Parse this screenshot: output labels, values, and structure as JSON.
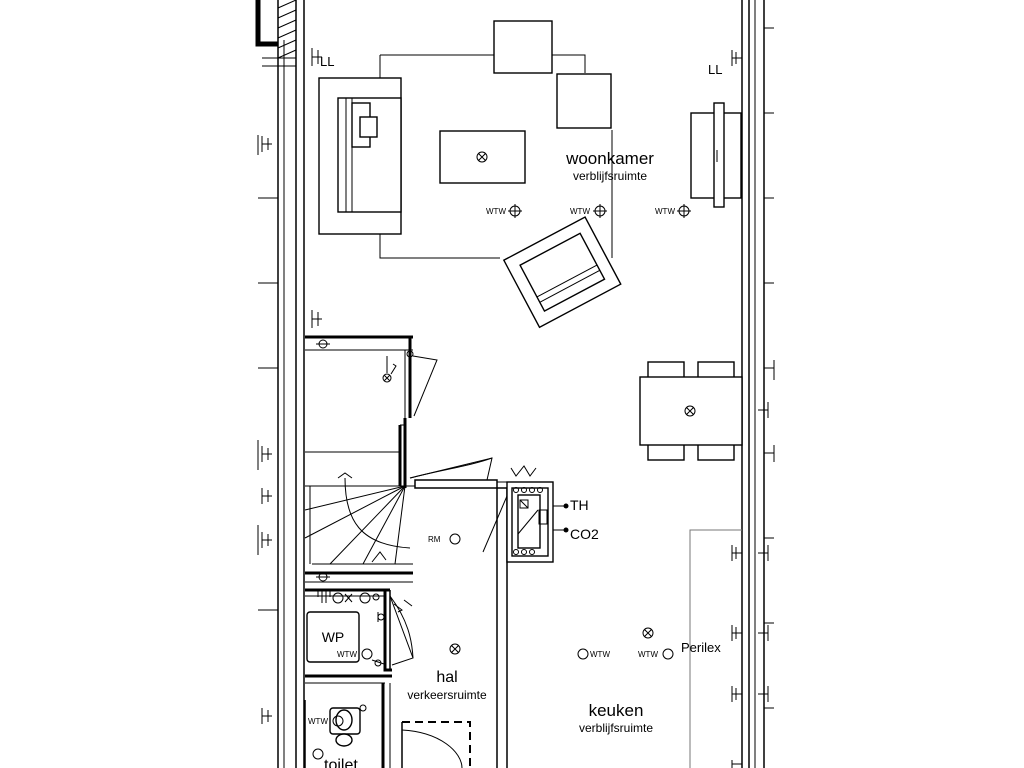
{
  "rooms": {
    "woonkamer": {
      "name": "woonkamer",
      "type": "verblijfsruimte"
    },
    "hal": {
      "name": "hal",
      "type": "verkeersruimte"
    },
    "keuken": {
      "name": "keuken",
      "type": "verblijfsruimte"
    },
    "toilet": {
      "name": "toilet"
    }
  },
  "labels": {
    "ll_left": "LL",
    "ll_right": "LL",
    "wtw": "WTW",
    "th": "TH",
    "co2": "CO2",
    "rm": "RM",
    "wp": "WP",
    "perilex": "Perilex"
  }
}
